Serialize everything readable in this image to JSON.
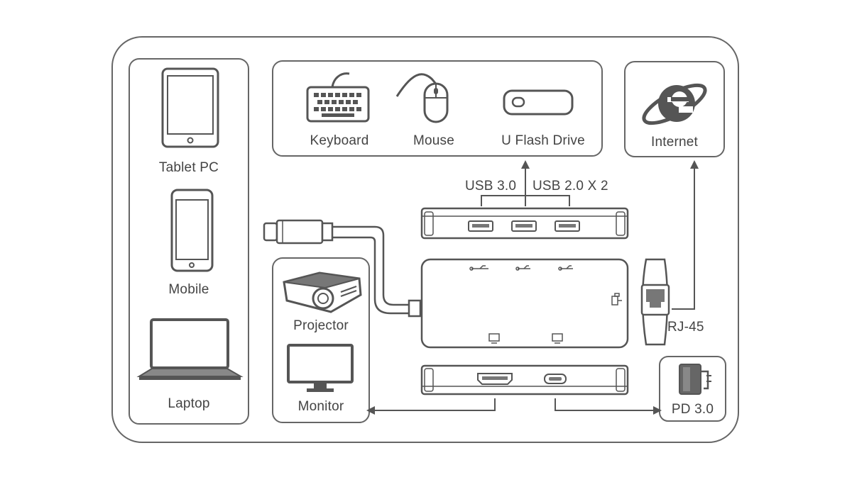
{
  "colors": {
    "stroke": "#555555",
    "arrow": "#555555",
    "text": "#444444",
    "fill_light": "#eeeeee",
    "fill_dark": "#666666"
  },
  "devices": {
    "tablet": "Tablet PC",
    "mobile": "Mobile",
    "laptop": "Laptop"
  },
  "usb_devices": {
    "keyboard": "Keyboard",
    "mouse": "Mouse",
    "flash_drive": "U Flash Drive"
  },
  "internet": {
    "label": "Internet",
    "icon": "internet-explorer-icon"
  },
  "displays": {
    "projector": "Projector",
    "monitor": "Monitor"
  },
  "ports": {
    "usb3": "USB 3.0",
    "usb2": "USB 2.0 X 2",
    "rj45": "RJ-45",
    "pd": "PD 3.0"
  }
}
